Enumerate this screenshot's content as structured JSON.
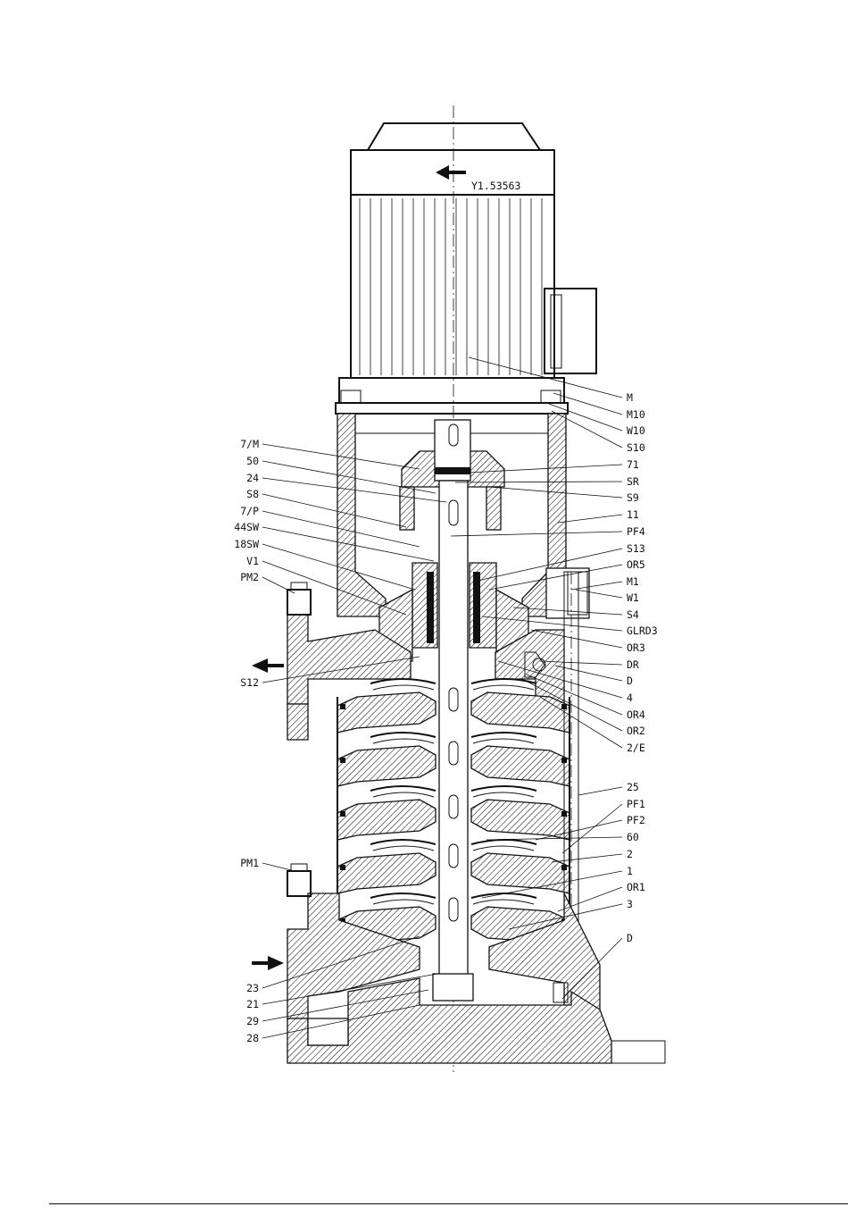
{
  "title_block": {
    "code": "Y1.53563"
  },
  "labels_left": [
    "7/M",
    "50",
    "24",
    "S8",
    "7/P",
    "44SW",
    "18SW",
    "V1",
    "PM2",
    "S12",
    "PM1",
    "23",
    "21",
    "29",
    "28"
  ],
  "labels_right": [
    "M",
    "M10",
    "W10",
    "S10",
    "71",
    "SR",
    "S9",
    "11",
    "PF4",
    "S13",
    "OR5",
    "M1",
    "W1",
    "S4",
    "GLRD3",
    "OR3",
    "DR",
    "D",
    "4",
    "OR4",
    "OR2",
    "2/E",
    "25",
    "PF1",
    "PF2",
    "60",
    "2",
    "1",
    "OR1",
    "3",
    "D"
  ],
  "flow_arrows": {
    "outlet": "discharge-arrow",
    "inlet": "suction-arrow",
    "rotation": "rotation-arrow"
  },
  "colors": {
    "ink": "#111111",
    "paper": "#ffffff"
  }
}
